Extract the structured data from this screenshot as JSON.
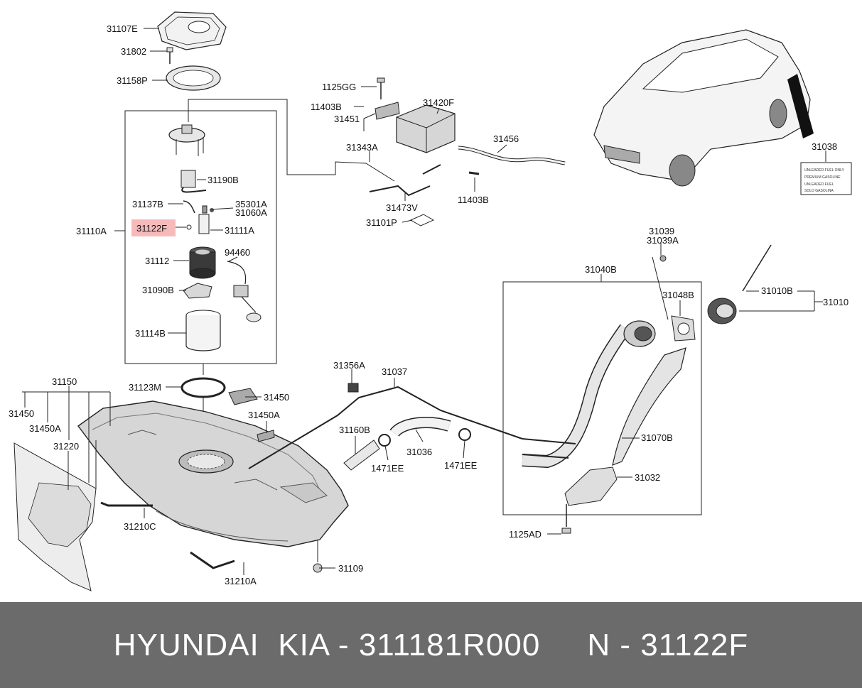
{
  "footer": {
    "brand": "HYUNDAI",
    "part_line": "KIA - 311181R000",
    "ref_line": "N - 31122F"
  },
  "highlight": {
    "label": "31122F",
    "color": "#f6b3b3"
  },
  "labels": [
    "31107E",
    "31802",
    "31158P",
    "31110A",
    "31190B",
    "31137B",
    "35301A",
    "31060A",
    "31122F",
    "31111A",
    "31112",
    "94460",
    "31090B",
    "31114B",
    "31123M",
    "31450",
    "31150",
    "31450",
    "31450A",
    "31220",
    "31450A",
    "31210C",
    "31210A",
    "31109",
    "31160B",
    "1471EE",
    "31036",
    "1471EE",
    "31356A",
    "31037",
    "1125GG",
    "11403B",
    "31451",
    "31420F",
    "31343A",
    "31456",
    "11403B",
    "31473V",
    "31101P",
    "31038",
    "31039",
    "31039A",
    "31040B",
    "31048B",
    "31010B",
    "31010",
    "31070B",
    "31032",
    "1125AD"
  ],
  "decal": {
    "lines": [
      "UNLEADED FUEL ONLY",
      "PREMIUM GASOLINE",
      "UNLEADED FUEL",
      "SOLO GASOLINA"
    ]
  }
}
